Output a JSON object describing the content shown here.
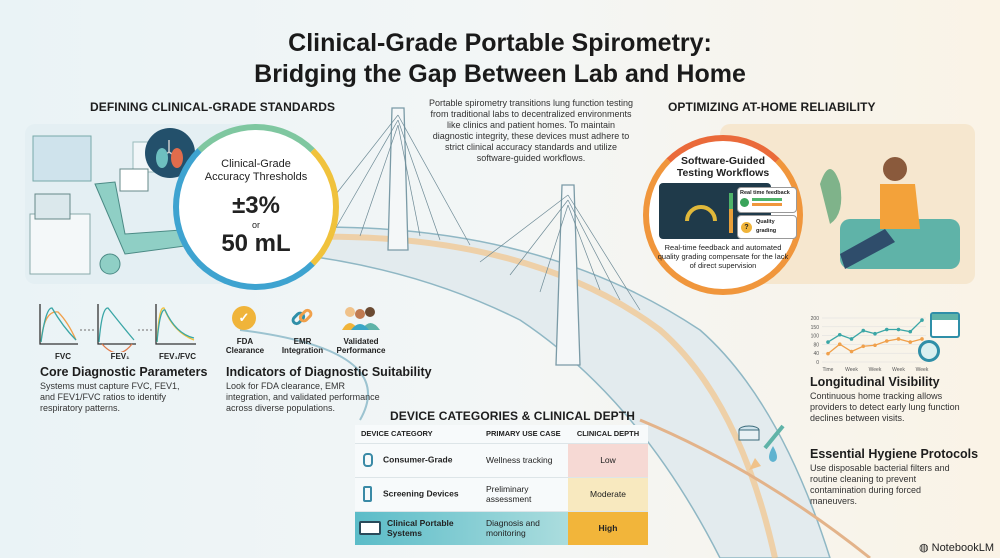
{
  "title": {
    "line1": "Clinical-Grade Portable Spirometry:",
    "line2": "Bridging the Gap Between Lab and Home"
  },
  "left_section": {
    "heading": "DEFINING CLINICAL-GRADE STANDARDS",
    "accuracy": {
      "label_line1": "Clinical-Grade",
      "label_line2": "Accuracy Thresholds",
      "value1": "±3%",
      "or": "or",
      "value2": "50 mL"
    }
  },
  "intro": "Portable spirometry transitions lung function testing from traditional labs to decentralized environments like clinics and patient homes. To maintain diagnostic integrity, these devices must adhere to strict clinical accuracy standards and utilize software-guided workflows.",
  "right_section": {
    "heading": "OPTIMIZING AT-HOME RELIABILITY",
    "workflow": {
      "title_line1": "Software-Guided",
      "title_line2": "Testing Workflows",
      "card1": "Real time feedback",
      "card2_line1": "Quality",
      "card2_line2": "grading",
      "caption": "Real-time feedback and automated quality grading compensate for the lack of direct supervision"
    }
  },
  "core_params": {
    "curves": [
      "FVC",
      "FEV₁",
      "FEV₁/FVC"
    ],
    "heading": "Core Diagnostic Parameters",
    "text": "Systems must capture FVC, FEV1, and FEV1/FVC ratios to identify respiratory patterns."
  },
  "indicators": {
    "items": [
      {
        "line1": "FDA",
        "line2": "Clearance",
        "icon": "badge-check-icon"
      },
      {
        "line1": "EMR",
        "line2": "Integration",
        "icon": "chain-link-icon"
      },
      {
        "line1": "Validated",
        "line2": "Performance",
        "icon": "people-icon"
      }
    ],
    "heading": "Indicators of Diagnostic Suitability",
    "text": "Look for FDA clearance, EMR integration, and validated performance across diverse populations."
  },
  "device_table": {
    "heading": "DEVICE CATEGORIES & CLINICAL DEPTH",
    "columns": [
      "DEVICE CATEGORY",
      "PRIMARY USE CASE",
      "CLINICAL DEPTH"
    ],
    "rows": [
      {
        "category": "Consumer-Grade",
        "use": "Wellness tracking",
        "depth": "Low",
        "depth_color": "#f6d9d4"
      },
      {
        "category": "Screening Devices",
        "use": "Preliminary assessment",
        "depth": "Moderate",
        "depth_color": "#f8e9bf"
      },
      {
        "category": "Clinical Portable Systems",
        "use": "Diagnosis and monitoring",
        "depth": "High",
        "depth_color": "#f2b53a"
      }
    ]
  },
  "longitudinal": {
    "chart": {
      "y_ticks": [
        "200",
        "150",
        "100",
        "80",
        "40",
        "0"
      ],
      "x_ticks": [
        "Time",
        "Week",
        "Week",
        "Week",
        "Week"
      ],
      "series": [
        {
          "name": "teal",
          "color": "#3aa6a6",
          "values": [
            95,
            130,
            110,
            150,
            135,
            155,
            155,
            145,
            200
          ]
        },
        {
          "name": "orange",
          "color": "#f0a04b",
          "values": [
            40,
            85,
            50,
            75,
            80,
            100,
            110,
            95,
            110
          ]
        }
      ],
      "ylim": [
        0,
        210
      ]
    },
    "heading": "Longitudinal Visibility",
    "text": "Continuous home tracking allows providers to detect early lung function declines between visits."
  },
  "hygiene": {
    "heading": "Essential Hygiene Protocols",
    "text": "Use disposable bacterial filters and routine cleaning to prevent contamination during forced maneuvers."
  },
  "branding": "NotebookLM"
}
